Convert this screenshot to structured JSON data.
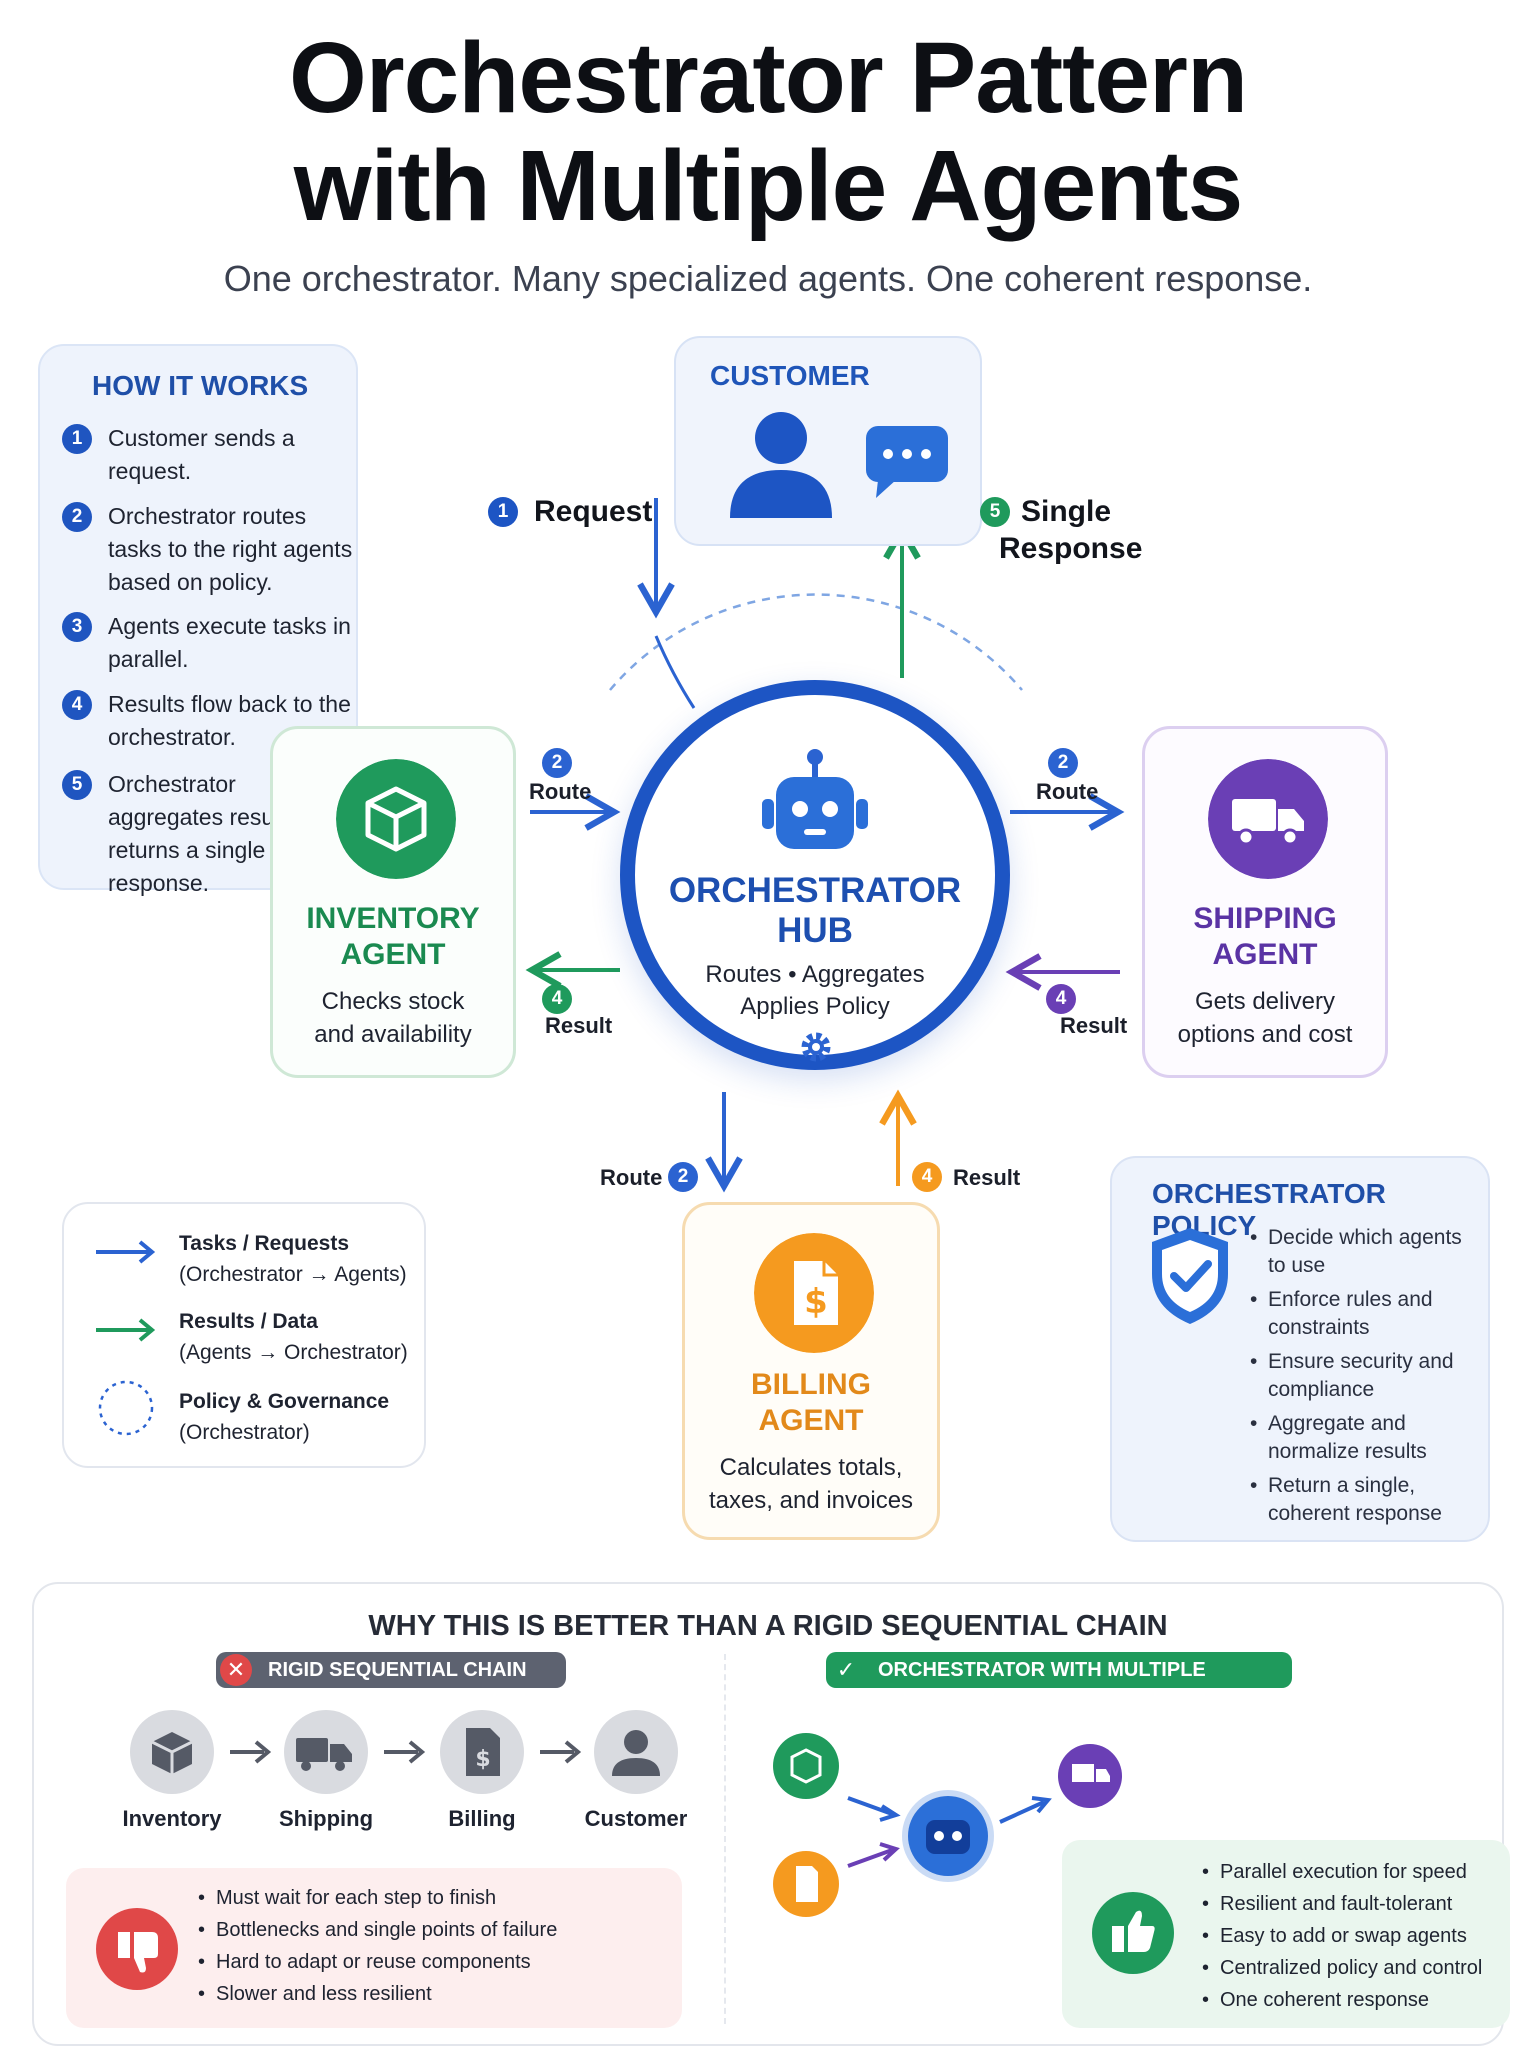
{
  "header": {
    "title_line1": "Orchestrator Pattern",
    "title_line2": "with Multiple Agents",
    "subtitle": "One orchestrator. Many specialized agents. One coherent response."
  },
  "how_it_works": {
    "title": "HOW IT WORKS",
    "steps": [
      {
        "num": "1",
        "text": "Customer sends a request."
      },
      {
        "num": "2",
        "text": "Orchestrator routes tasks to the right agents based on policy."
      },
      {
        "num": "3",
        "text": "Agents execute tasks in parallel."
      },
      {
        "num": "4",
        "text": "Results flow back to the orchestrator."
      },
      {
        "num": "5",
        "text": "Orchestrator aggregates results and returns a single response."
      }
    ]
  },
  "customer": {
    "title": "CUSTOMER"
  },
  "flows": {
    "request_num": "1",
    "request_label": "Request",
    "response_num": "5",
    "response_label_line1": "Single",
    "response_label_line2": "Response",
    "route_num": "2",
    "route_label": "Route",
    "result_num": "4",
    "result_label": "Result"
  },
  "hub": {
    "title_line1": "ORCHESTRATOR",
    "title_line2": "HUB",
    "sub_line1": "Routes • Aggregates",
    "sub_line2": "Applies Policy"
  },
  "agents": {
    "inventory": {
      "name_line1": "INVENTORY",
      "name_line2": "AGENT",
      "desc_line1": "Checks stock",
      "desc_line2": "and availability"
    },
    "shipping": {
      "name_line1": "SHIPPING",
      "name_line2": "AGENT",
      "desc_line1": "Gets delivery",
      "desc_line2": "options and cost"
    },
    "billing": {
      "name_line1": "BILLING",
      "name_line2": "AGENT",
      "desc_line1": "Calculates totals,",
      "desc_line2": "taxes, and invoices"
    }
  },
  "legend": {
    "items": [
      {
        "title": "Tasks / Requests",
        "sub": "(Orchestrator → Agents)"
      },
      {
        "title": "Results / Data",
        "sub": "(Agents → Orchestrator)"
      },
      {
        "title": "Policy & Governance",
        "sub": "(Orchestrator)"
      }
    ]
  },
  "policy": {
    "title": "ORCHESTRATOR POLICY",
    "items": [
      "Decide which agents to use",
      "Enforce rules and constraints",
      "Ensure security and compliance",
      "Aggregate and normalize results",
      "Return a single, coherent response"
    ]
  },
  "comparison": {
    "title": "WHY THIS IS BETTER THAN A RIGID SEQUENTIAL CHAIN",
    "rigid": {
      "label": "RIGID SEQUENTIAL CHAIN",
      "steps": [
        "Inventory",
        "Shipping",
        "Billing",
        "Customer"
      ],
      "cons": [
        "Must wait for each step to finish",
        "Bottlenecks and single points of failure",
        "Hard to adapt or reuse components",
        "Slower and less resilient"
      ]
    },
    "orchestrated": {
      "label": "ORCHESTRATOR WITH MULTIPLE AGENTS",
      "pros": [
        "Parallel execution for speed",
        "Resilient and fault-tolerant",
        "Easy to add or swap agents",
        "Centralized policy and control",
        "One coherent response"
      ]
    }
  },
  "colors": {
    "blue": "#1d55c4",
    "green": "#1f9a5c",
    "purple": "#6a3fb5",
    "orange": "#f59a1f",
    "red": "#e04848"
  }
}
